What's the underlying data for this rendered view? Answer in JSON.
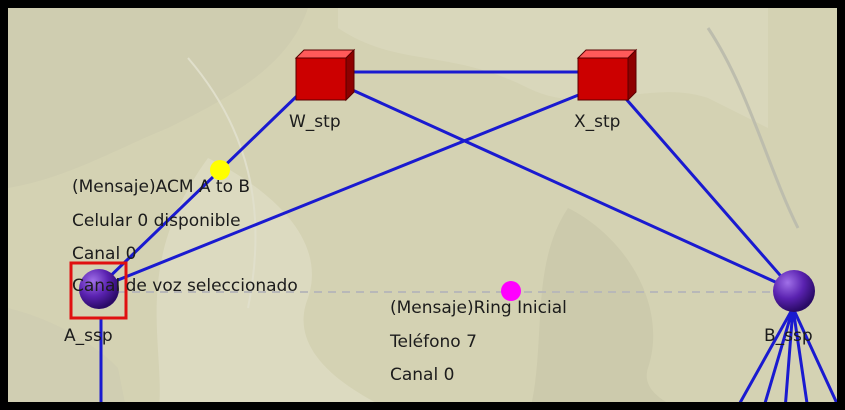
{
  "nodes": {
    "w_stp": {
      "label": "W_stp",
      "kind": "stp"
    },
    "x_stp": {
      "label": "X_stp",
      "kind": "stp"
    },
    "a_ssp": {
      "label": "A_ssp",
      "kind": "ssp",
      "selected": true
    },
    "b_ssp": {
      "label": "B_ssp",
      "kind": "ssp"
    }
  },
  "messages": {
    "acm": {
      "dot_color": "#ffff00",
      "lines": [
        "(Mensaje)ACM A to B",
        "Celular 0 disponible",
        "Canal 0",
        "Canal de voz seleccionado"
      ]
    },
    "ring": {
      "dot_color": "#ff00ff",
      "lines": [
        "(Mensaje)Ring Inicial",
        "Teléfono 7",
        "Canal 0"
      ]
    }
  },
  "colors": {
    "link": "#1a1ad0",
    "stp_fill": "#cc0000",
    "ssp_fill": "#4b1a9c",
    "selection_box": "#e01010",
    "map_background": "#d4d2b3"
  }
}
